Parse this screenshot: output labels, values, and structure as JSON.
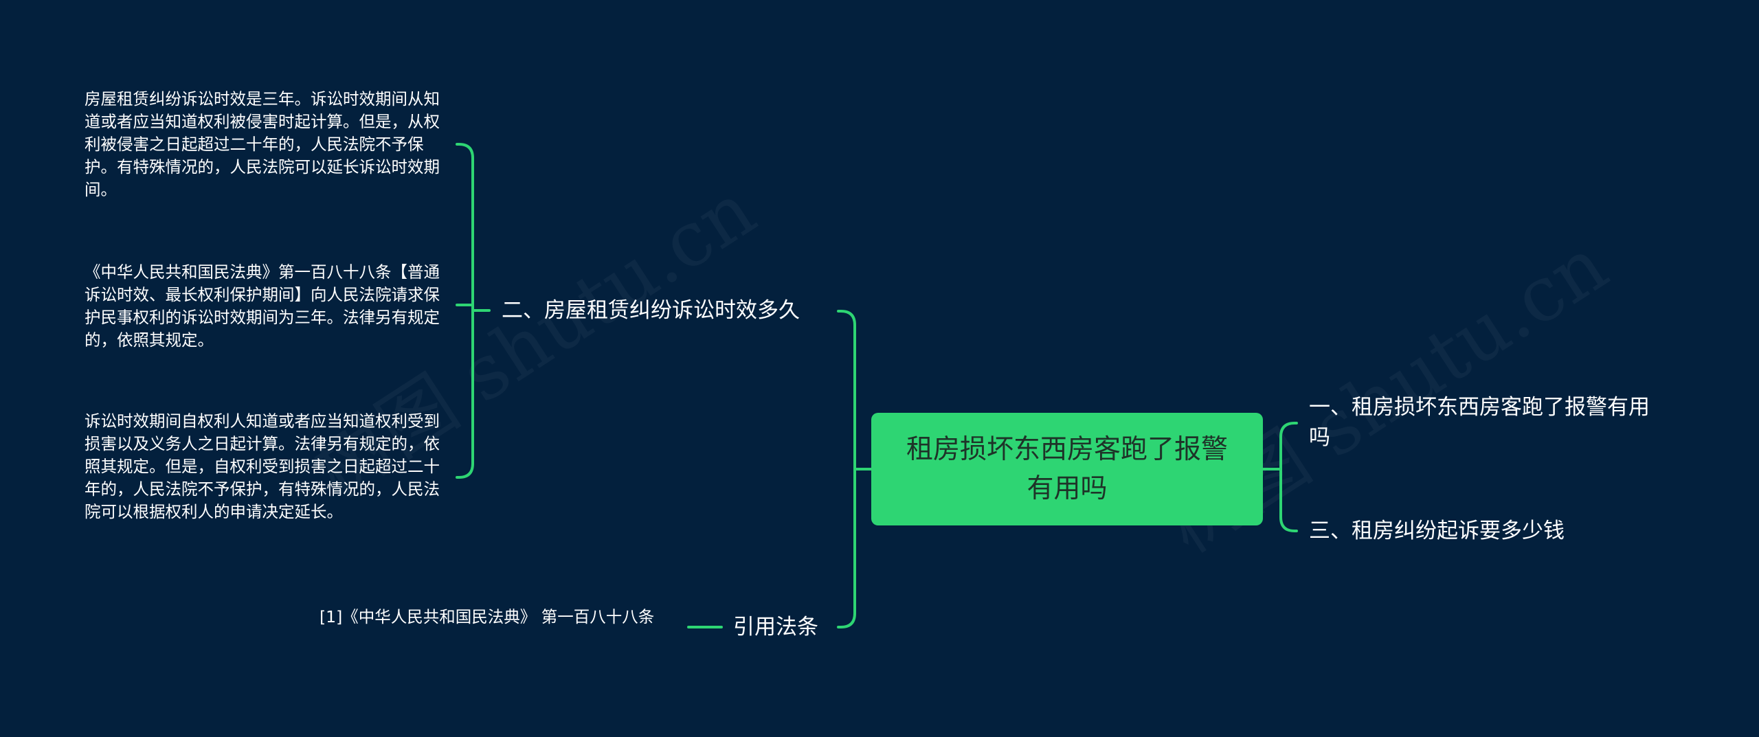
{
  "colors": {
    "background": "#03203d",
    "accent": "#2ed573",
    "text": "#ffffff",
    "root_text": "#1e3328"
  },
  "watermark": "树图 shutu.cn",
  "root": {
    "label": "租房损坏东西房客跑了报警有用吗"
  },
  "left_branches": [
    {
      "label": "二、房屋租赁纠纷诉讼时效多久",
      "children": [
        "房屋租赁纠纷诉讼时效是三年。诉讼时效期间从知道或者应当知道权利被侵害时起计算。但是，从权利被侵害之日起超过二十年的，人民法院不予保护。有特殊情况的，人民法院可以延长诉讼时效期间。",
        "《中华人民共和国民法典》第一百八十八条【普通诉讼时效、最长权利保护期间】向人民法院请求保护民事权利的诉讼时效期间为三年。法律另有规定的，依照其规定。",
        "诉讼时效期间自权利人知道或者应当知道权利受到损害以及义务人之日起计算。法律另有规定的，依照其规定。但是，自权利受到损害之日起超过二十年的，人民法院不予保护，有特殊情况的，人民法院可以根据权利人的申请决定延长。"
      ]
    },
    {
      "label": "引用法条",
      "children": [
        "[1]《中华人民共和国民法典》 第一百八十八条"
      ]
    }
  ],
  "right_branches": [
    {
      "label": "一、租房损坏东西房客跑了报警有用吗"
    },
    {
      "label": "三、租房纠纷起诉要多少钱"
    }
  ]
}
